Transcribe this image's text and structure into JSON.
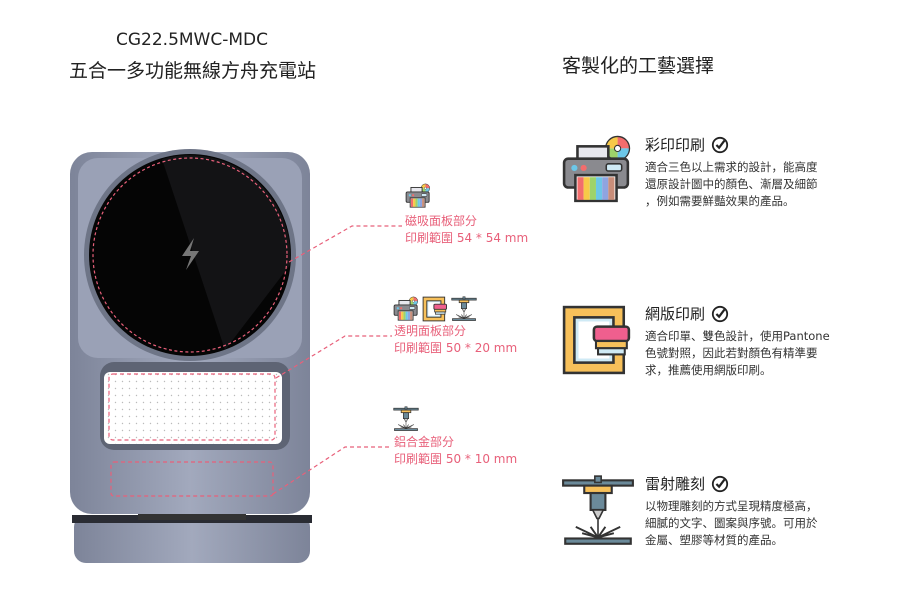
{
  "header": {
    "model": "CG22.5MWC-MDC",
    "product_title": "五合一多功能無線方舟充電站",
    "craft_title": "客製化的工藝選擇"
  },
  "areas": [
    {
      "name": "磁吸面板部分",
      "range": "印刷範圍 54 * 54 mm",
      "icons": [
        "color-printer-icon"
      ]
    },
    {
      "name": "透明面板部分",
      "range": "印刷範圍 50 * 20 mm",
      "icons": [
        "color-printer-icon",
        "screen-print-icon",
        "laser-engrave-icon"
      ]
    },
    {
      "name": "鋁合金部分",
      "range": "印刷範圍 50 * 10 mm",
      "icons": [
        "laser-engrave-icon"
      ]
    }
  ],
  "crafts": [
    {
      "title": "彩印印刷",
      "icon": "color-printer-icon",
      "desc": [
        "適合三色以上需求的設計，能高度",
        "還原設計圖中的顏色、漸層及細節",
        "，例如需要鮮豔效果的產品。"
      ]
    },
    {
      "title": "網版印刷",
      "icon": "screen-print-icon",
      "desc": [
        "適合印單、雙色設計，使用Pantone",
        "色號對照，因此若對顏色有精準要",
        "求，推薦使用網版印刷。"
      ]
    },
    {
      "title": "雷射雕刻",
      "icon": "laser-engrave-icon",
      "desc": [
        "以物理雕刻的方式呈現精度極高，",
        "細膩的文字、圖案與序號。可用於",
        "金屬、塑膠等材質的產品。"
      ]
    }
  ],
  "colors": {
    "accent": "#e8607a",
    "body": "#8c93a8"
  }
}
